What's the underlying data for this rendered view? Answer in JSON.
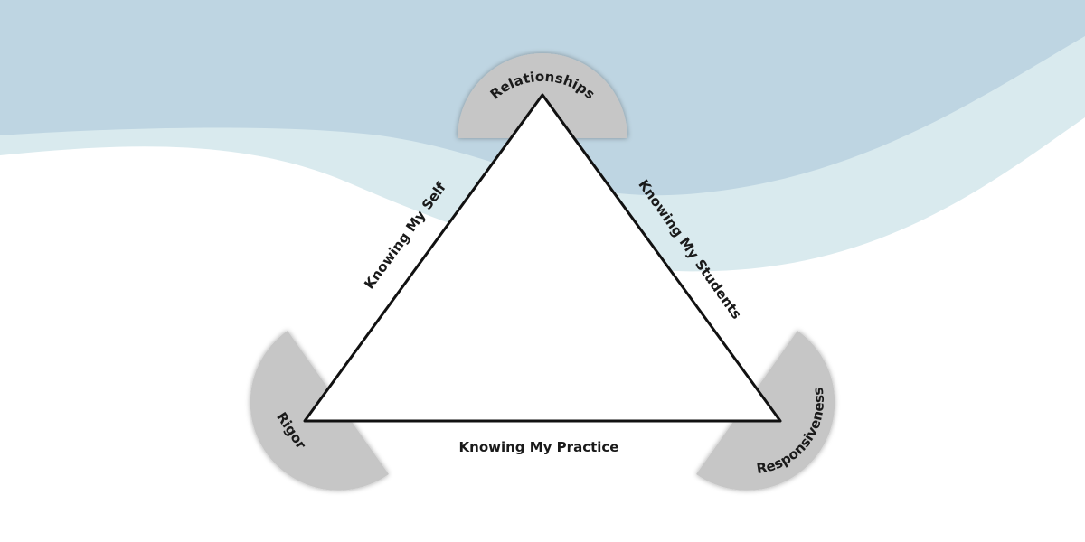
{
  "diagram": {
    "vertices": {
      "top": "Relationships",
      "left": "Rigor",
      "right": "Responsiveness"
    },
    "edges": {
      "left": "Knowing My Self",
      "right": "Knowing My Students",
      "bottom": "Knowing My Practice"
    },
    "colors": {
      "wave_dark": "#bed5e2",
      "wave_light": "#d9eaee",
      "cap_fill": "#c6c6c6",
      "triangle_stroke": "#111111"
    }
  }
}
